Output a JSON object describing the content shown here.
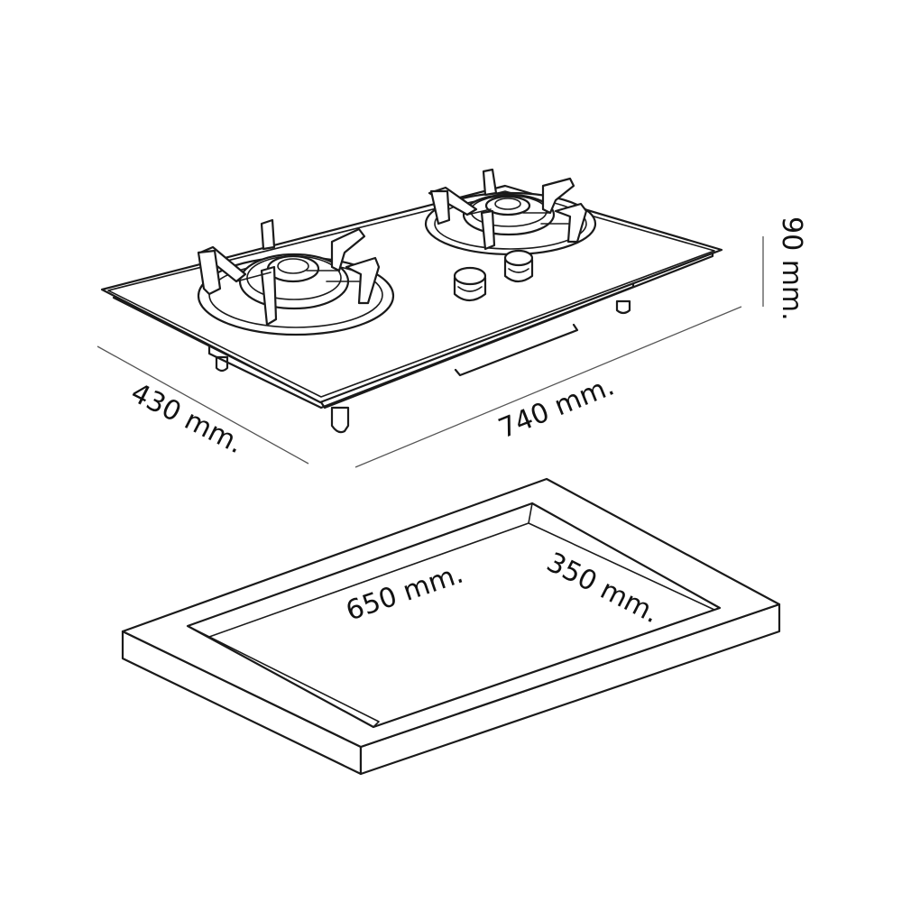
{
  "hob": {
    "depth_label": "430 mm.",
    "width_label": "740 mm.",
    "height_label": "90 mm."
  },
  "cutout": {
    "width_label": "650 mm.",
    "depth_label": "350 mm."
  }
}
